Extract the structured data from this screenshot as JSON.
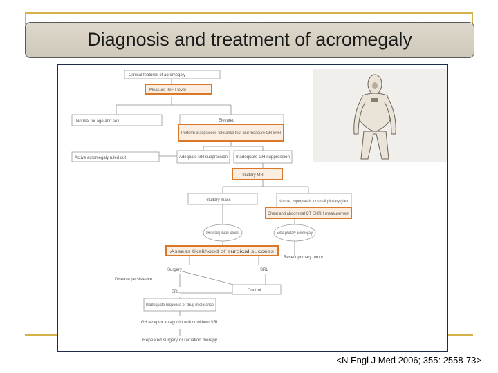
{
  "slide": {
    "title": "Diagnosis and treatment of  acromegaly",
    "citation": "<N Engl J Med 2006; 355: 2558-73>",
    "accent_color": "#d4b44a",
    "highlight_color": "#d9782b"
  },
  "flowchart": {
    "nodes": [
      {
        "id": "clinical",
        "label": "Clinical features of acromegaly",
        "highlighted": false
      },
      {
        "id": "igf",
        "label": "Measure IGF-I level",
        "highlighted": true
      },
      {
        "id": "normal",
        "label": "Normal for age and sex",
        "highlighted": false
      },
      {
        "id": "elevated",
        "label": "Elevated",
        "highlighted": false
      },
      {
        "id": "ogtt",
        "label": "Perform oral glucose-tolerance test and measure GH level",
        "highlighted": true
      },
      {
        "id": "ruledout",
        "label": "Active acromegaly ruled out",
        "highlighted": false
      },
      {
        "id": "adequate",
        "label": "Adequate GH suppression",
        "highlighted": false
      },
      {
        "id": "inadequate",
        "label": "Inadequate GH suppression",
        "highlighted": false
      },
      {
        "id": "mri",
        "label": "Pituitary MRI",
        "highlighted": true
      },
      {
        "id": "mass",
        "label": "Pituitary mass",
        "highlighted": false
      },
      {
        "id": "normalgland",
        "label": "Normal, hyperplastic, or small pituitary gland",
        "highlighted": false
      },
      {
        "id": "chest",
        "label": "Chest and abdominal CT GHRH measurement",
        "highlighted": true
      },
      {
        "id": "adenoma",
        "label": "GH-secreting pituitary adenoma",
        "highlighted": false
      },
      {
        "id": "ectopic",
        "label": "Extra-pituitary acromegaly",
        "highlighted": false
      },
      {
        "id": "assess",
        "label": "Assess likelihood of surgical success",
        "highlighted": true
      },
      {
        "id": "resect",
        "label": "Resect primary tumor",
        "highlighted": false
      },
      {
        "id": "surgery",
        "label": "Surgery",
        "highlighted": false
      },
      {
        "id": "srl1",
        "label": "SRL",
        "highlighted": false
      },
      {
        "id": "persistence",
        "label": "Disease persistence",
        "highlighted": false
      },
      {
        "id": "srl2",
        "label": "SRL",
        "highlighted": false
      },
      {
        "id": "control",
        "label": "Control",
        "highlighted": false
      },
      {
        "id": "inadequate_resp",
        "label": "Inadequate response or drug intolerance",
        "highlighted": false
      },
      {
        "id": "antagonist",
        "label": "GH receptor antagonist with or without SRL",
        "highlighted": false
      },
      {
        "id": "repeat",
        "label": "Repeated surgery or radiation therapy",
        "highlighted": false
      }
    ]
  },
  "illustration": {
    "alt": "figure of patient with acromegaly"
  }
}
